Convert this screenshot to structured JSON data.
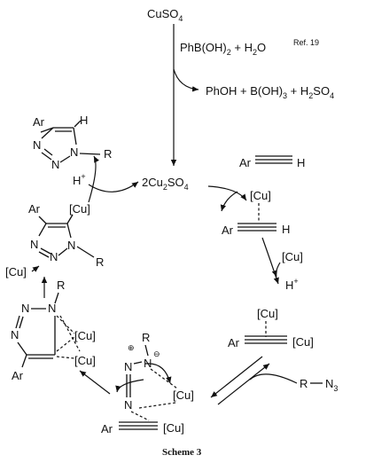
{
  "reagents": {
    "cuso4_main": "CuSO",
    "cuso4_sub": "4",
    "pb_a": "PhB(OH)",
    "pb_sub": "2",
    "pb_b": " + H",
    "h2o_sub": "2",
    "h2o_o": "O",
    "ref": "Ref. 19",
    "phoh_a": "PhOH + B(OH)",
    "phoh_sub1": "3",
    "phoh_b": " + H",
    "phoh_sub2": "2",
    "phoh_c": "SO",
    "phoh_sub3": "4",
    "cu2so4_a": "2Cu",
    "cu2so4_sub1": "2",
    "cu2so4_b": "SO",
    "cu2so4_sub2": "4"
  },
  "labels": {
    "ar": "Ar",
    "h": "H",
    "r": "R",
    "n": "N",
    "cu": "[Cu]",
    "h_plus": "H",
    "plus": "+",
    "r_n": "R",
    "n3": "N",
    "n3_sub": "3",
    "oplus": "⊕",
    "ominus": "⊖"
  },
  "caption": "Scheme 3"
}
